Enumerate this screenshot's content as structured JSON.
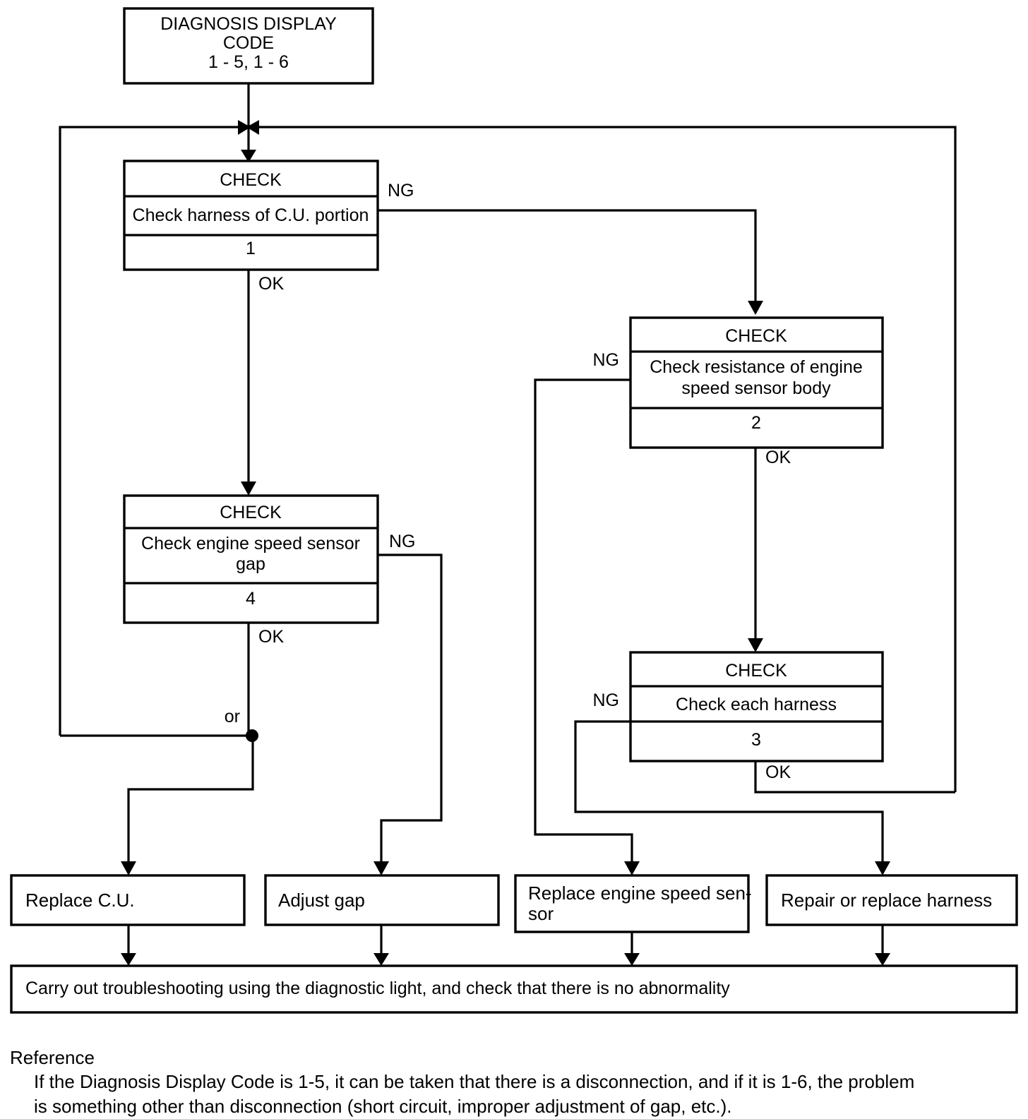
{
  "diagram": {
    "title": "DIAGNOSIS DISPLAY CODE 1-5, 1-6 troubleshooting flowchart",
    "start": {
      "line1": "DIAGNOSIS DISPLAY",
      "line2": "CODE",
      "line3": "1 - 5, 1 - 6"
    },
    "check_header_label": "CHECK",
    "checks": [
      {
        "id": "check-1",
        "header": "CHECK",
        "body_line1": "Check harness of C.U. portion",
        "body_line2": "",
        "number": "1",
        "ok_label": "OK",
        "ng_label": "NG"
      },
      {
        "id": "check-2",
        "header": "CHECK",
        "body_line1": "Check resistance of engine",
        "body_line2": "speed sensor body",
        "number": "2",
        "ok_label": "OK",
        "ng_label": "NG"
      },
      {
        "id": "check-4",
        "header": "CHECK",
        "body_line1": "Check engine speed sensor",
        "body_line2": "gap",
        "number": "4",
        "ok_label": "OK",
        "ng_label": "NG"
      },
      {
        "id": "check-3",
        "header": "CHECK",
        "body_line1": "Check each harness",
        "body_line2": "",
        "number": "3",
        "ok_label": "OK",
        "ng_label": "NG"
      }
    ],
    "or_label": "or",
    "actions": [
      {
        "id": "action-replace-cu",
        "line1": "Replace C.U.",
        "line2": ""
      },
      {
        "id": "action-adjust-gap",
        "line1": "Adjust gap",
        "line2": ""
      },
      {
        "id": "action-replace-sensor",
        "line1": "Replace engine speed sen-",
        "line2": "sor"
      },
      {
        "id": "action-repair-harness",
        "line1": "Repair or replace harness",
        "line2": ""
      }
    ],
    "final": "Carry out troubleshooting using the diagnostic light, and check that there is no abnormality"
  },
  "reference": {
    "heading": "Reference",
    "line1": "If the Diagnosis Display Code is 1-5, it can be taken that there is a disconnection, and if it is 1-6, the problem",
    "line2": "is something other than disconnection (short circuit, improper adjustment of gap, etc.)."
  }
}
